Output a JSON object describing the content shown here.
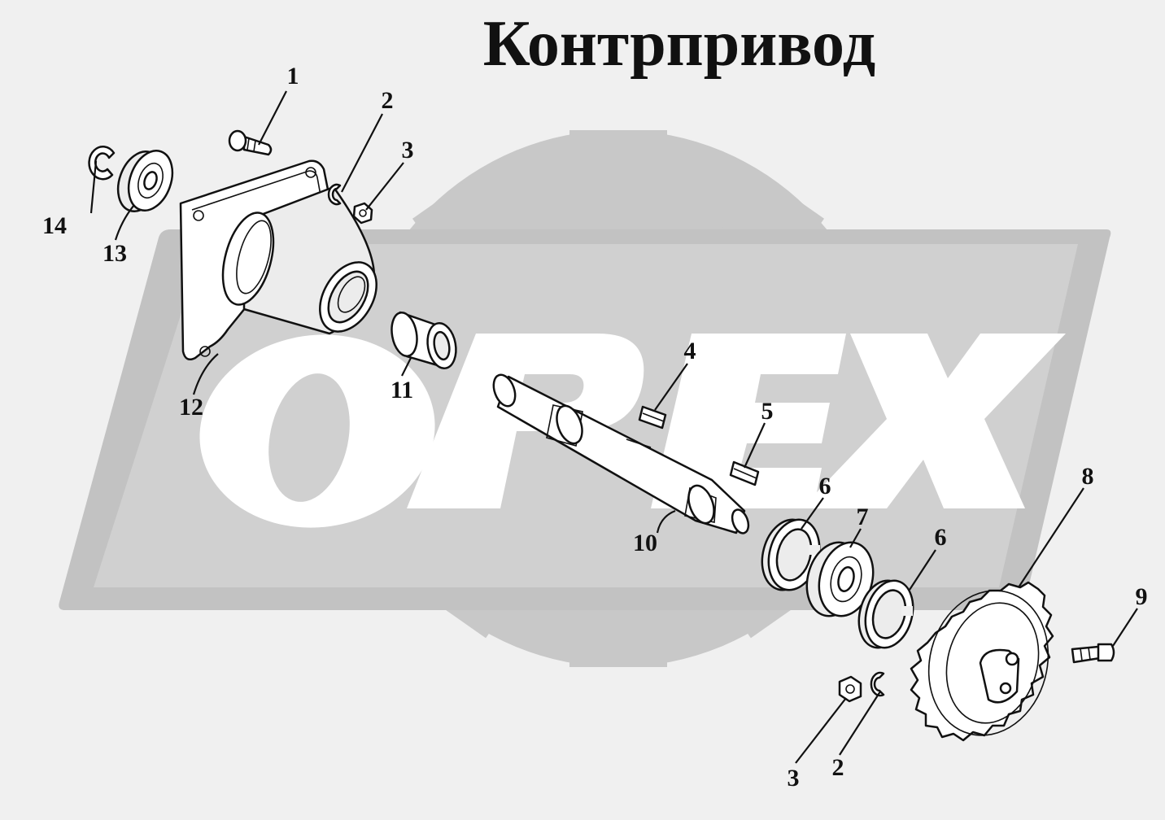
{
  "title": "Контрпривод",
  "watermark": {
    "text": "OPEX",
    "color": "#c6c6c6"
  },
  "callouts": [
    {
      "id": "c1",
      "label": "1"
    },
    {
      "id": "c2a",
      "label": "2"
    },
    {
      "id": "c3a",
      "label": "3"
    },
    {
      "id": "c4",
      "label": "4"
    },
    {
      "id": "c5",
      "label": "5"
    },
    {
      "id": "c6a",
      "label": "6"
    },
    {
      "id": "c6b",
      "label": "6"
    },
    {
      "id": "c7",
      "label": "7"
    },
    {
      "id": "c8",
      "label": "8"
    },
    {
      "id": "c9",
      "label": "9"
    },
    {
      "id": "c10",
      "label": "10"
    },
    {
      "id": "c11",
      "label": "11"
    },
    {
      "id": "c12",
      "label": "12"
    },
    {
      "id": "c13",
      "label": "13"
    },
    {
      "id": "c14",
      "label": "14"
    },
    {
      "id": "c3b",
      "label": "3"
    },
    {
      "id": "c2b",
      "label": "2"
    }
  ]
}
